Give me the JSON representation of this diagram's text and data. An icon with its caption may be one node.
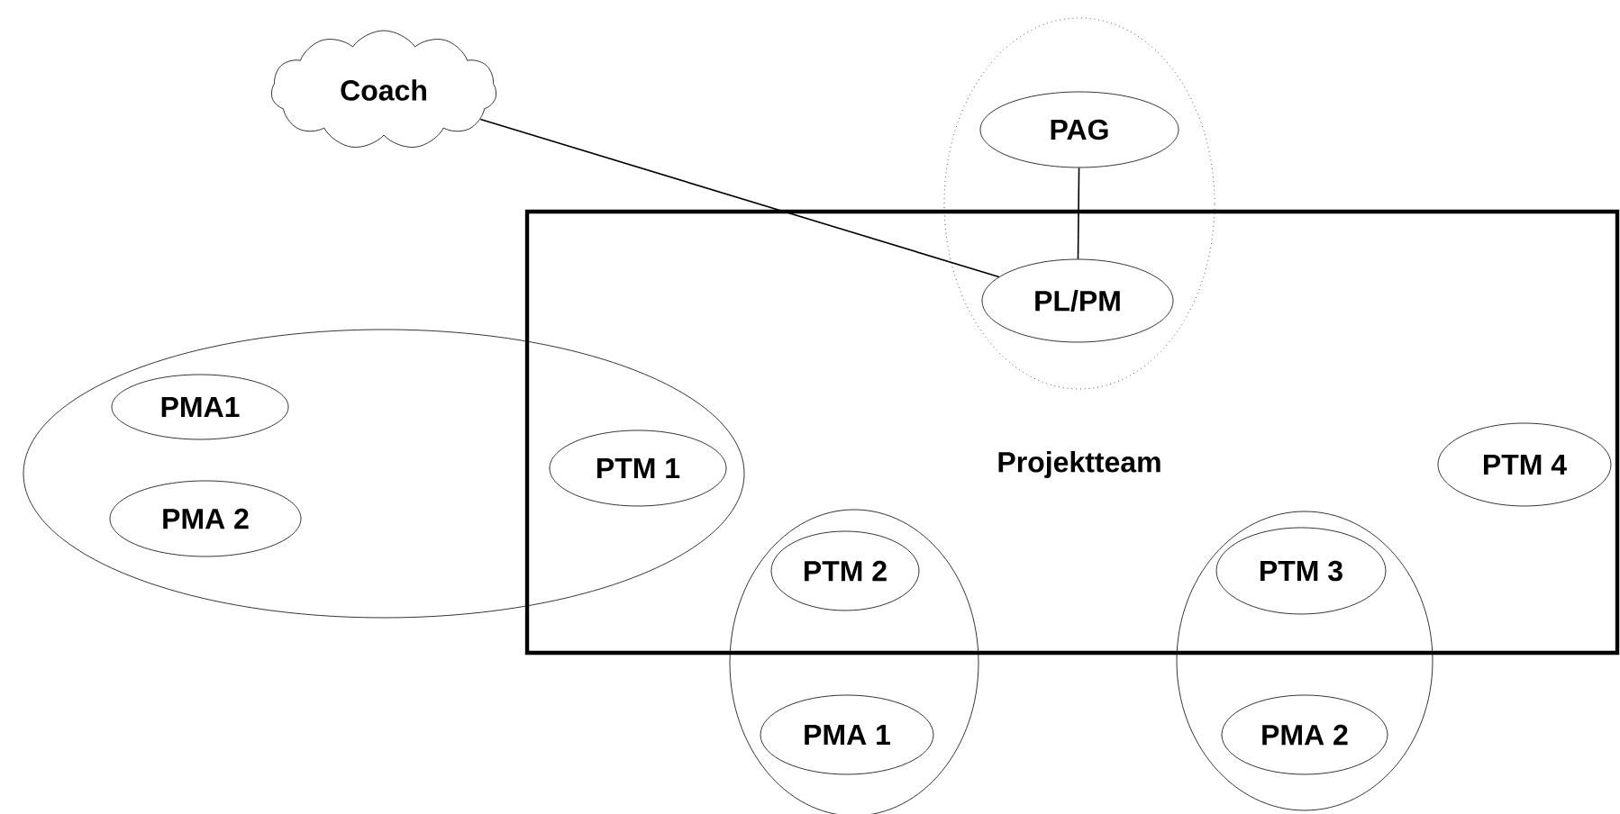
{
  "diagram": {
    "nodes": [
      {
        "text": [
          "Projektteam"
        ]
      },
      {
        "text": [
          "Coach"
        ]
      },
      {
        "text": [],
        "shape": "ellipse"
      },
      {
        "text": [
          "PAG"
        ],
        "in": 2
      },
      {
        "text": [
          "PL/PM"
        ]
      },
      {
        "text": [],
        "shape": "ellipse"
      },
      {
        "text": [
          "PMA1"
        ],
        "in": 5
      },
      {
        "text": [
          "PMA 2"
        ],
        "in": 5
      },
      {
        "text": [
          "PTM 1"
        ]
      },
      {
        "text": [
          "PTM 4"
        ],
        "in": 0
      },
      {
        "text": [],
        "shape": "ellipse"
      },
      {
        "text": [
          "PTM 2"
        ]
      },
      {
        "text": [
          "PMA 1"
        ],
        "in": 10
      },
      {
        "text": [],
        "shape": "ellipse"
      },
      {
        "text": [
          "PTM 3"
        ]
      },
      {
        "text": [
          "PMA 2"
        ],
        "in": 13
      }
    ],
    "edges": [
      {
        "from": 1,
        "to": 4,
        "arrow": "none"
      },
      {
        "from": 3,
        "to": 4,
        "arrow": "none"
      }
    ]
  }
}
